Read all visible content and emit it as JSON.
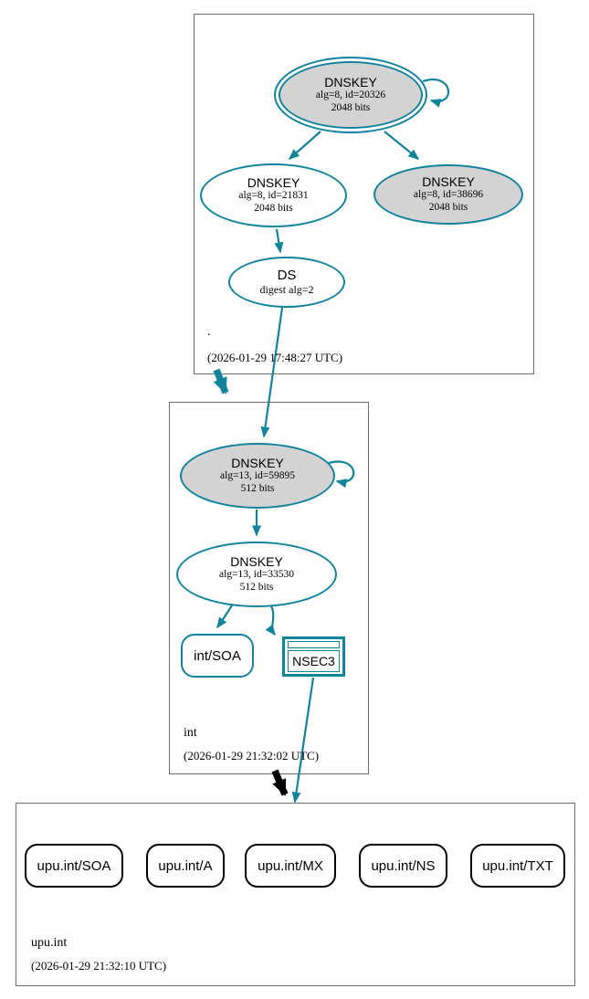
{
  "colors": {
    "edge_teal": "#12839b",
    "node_gray_fill": "#d3d3d3",
    "node_white_fill": "#ffffff",
    "black_edge": "#000000",
    "zone_box_border": "#6e6e6e"
  },
  "zones": {
    "root": {
      "label": ".",
      "timestamp": "(2026-01-29 17:48:27 UTC)"
    },
    "int_zone": {
      "label": "int",
      "timestamp": "(2026-01-29 21:32:02 UTC)"
    },
    "upu_int": {
      "label": "upu.int",
      "timestamp": "(2026-01-29 21:32:10 UTC)"
    }
  },
  "nodes": {
    "root_ksk": {
      "type": "DNSKEY",
      "line1": "alg=8, id=20326",
      "line2": "2048 bits"
    },
    "root_zsk": {
      "type": "DNSKEY",
      "line1": "alg=8, id=21831",
      "line2": "2048 bits"
    },
    "root_key3": {
      "type": "DNSKEY",
      "line1": "alg=8, id=38696",
      "line2": "2048 bits"
    },
    "root_ds": {
      "type": "DS",
      "line1": "digest alg=2"
    },
    "int_ksk": {
      "type": "DNSKEY",
      "line1": "alg=13, id=59895",
      "line2": "512 bits"
    },
    "int_zsk": {
      "type": "DNSKEY",
      "line1": "alg=13, id=33530",
      "line2": "512 bits"
    },
    "int_soa": {
      "label": "int/SOA"
    },
    "int_nsec3": {
      "label": "NSEC3"
    },
    "upu_soa": {
      "label": "upu.int/SOA"
    },
    "upu_a": {
      "label": "upu.int/A"
    },
    "upu_mx": {
      "label": "upu.int/MX"
    },
    "upu_ns": {
      "label": "upu.int/NS"
    },
    "upu_txt": {
      "label": "upu.int/TXT"
    }
  }
}
